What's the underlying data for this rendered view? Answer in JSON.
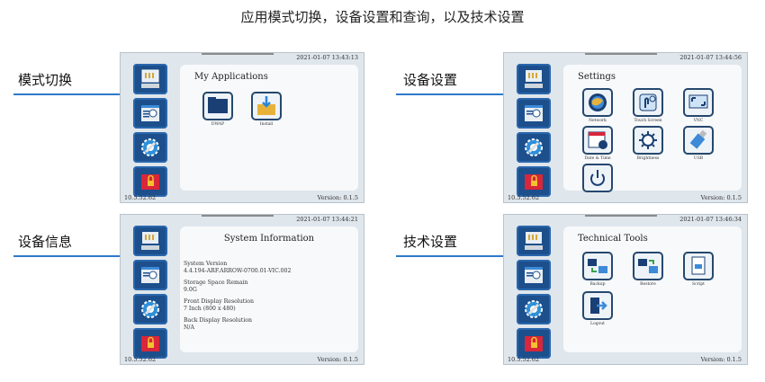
{
  "heading": "应用模式切换，设备设置和查询，以及技术设置",
  "sections": {
    "mode_switch": "模式切换",
    "device_settings": "设备设置",
    "device_info": "设备信息",
    "tech_settings": "技术设置"
  },
  "common": {
    "ip": "10.5.52.62",
    "version": "Version: 0.1.5"
  },
  "screens": {
    "apps": {
      "time": "2021-01-07 13:43:13",
      "title": "My Applications",
      "items": [
        {
          "label": "DWAP"
        },
        {
          "label": "Install"
        }
      ]
    },
    "settings": {
      "time": "2021-01-07 13:44:56",
      "title": "Settings",
      "items": [
        {
          "label": "Network"
        },
        {
          "label": "Touch Screen"
        },
        {
          "label": "VNC"
        },
        {
          "label": "Date & Time"
        },
        {
          "label": "Brightness"
        },
        {
          "label": "USB"
        },
        {
          "label": ""
        }
      ]
    },
    "info": {
      "time": "2021-01-07 13:44:21",
      "title": "System Information",
      "rows": [
        {
          "label": "System Version",
          "value": "4.4.194-ARF.ARROW-0700.01-VIC.002"
        },
        {
          "label": "Storage Space Remain",
          "value": "9.0G"
        },
        {
          "label": "Front Display Resolution",
          "value": "7 Inch (800 x 480)"
        },
        {
          "label": "Back Display Resolution",
          "value": "N/A"
        }
      ]
    },
    "tools": {
      "time": "2021-01-07 13:46:34",
      "title": "Technical Tools",
      "items": [
        {
          "label": "Backup"
        },
        {
          "label": "Restore"
        },
        {
          "label": "Script"
        },
        {
          "label": "Logout"
        }
      ]
    }
  },
  "colors": {
    "accent_line": "#2e79c9",
    "sidebar": "#1c4f8c",
    "panel": "#f7f9fb",
    "screen_bg": "#dfe6ec"
  }
}
